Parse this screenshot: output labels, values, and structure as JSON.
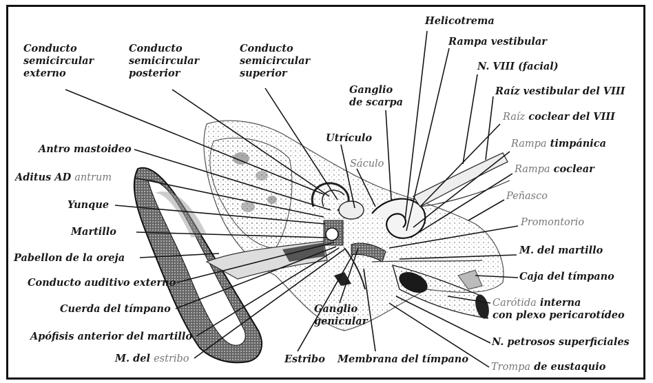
{
  "labels": {
    "conducto_externo": [
      "Conducto",
      "semicircular",
      "externo"
    ],
    "conducto_posterior": [
      "Conducto",
      "semicircular",
      "posterior"
    ],
    "conducto_superior": [
      "Conducto",
      "semicircular",
      "superior"
    ],
    "ganglio_scarpa": [
      "Ganglio",
      "de scarpa"
    ],
    "helicotrema": "Helicotrema",
    "rampa_vestibular": "Rampa vestibular",
    "n_viii_facial": "N. VIII (facial)",
    "raiz_vestibular": "Raíz vestibular del VIII",
    "raiz_coclear_a": "Raíz",
    "raiz_coclear_b": "coclear del VIII",
    "utriculo": "Utrículo",
    "saculo": "Sáculo",
    "rampa_timpanica_a": "Rampa",
    "rampa_timpanica_b": "timpánica",
    "rampa_coclear_a": "Rampa",
    "rampa_coclear_b": "coclear",
    "penasco": "Peñasco",
    "promontorio": "Promontorio",
    "m_martillo": "M. del martillo",
    "caja_timpano": "Caja del tímpano",
    "carotida_a": "Carótida",
    "carotida_b": "interna",
    "carotida_c": "con plexo pericarotídeo",
    "n_petrosos": "N. petrosos superficiales",
    "trompa_a": "Trompa",
    "trompa_b": "de eustaquio",
    "antro": "Antro mastoideo",
    "aditus_a": "Aditus AD",
    "aditus_b": "antrum",
    "yunque": "Yunque",
    "martillo": "Martillo",
    "pabellon": "Pabellon  de la oreja",
    "conducto_auditivo": "Conducto auditivo externo",
    "cuerda": "Cuerda del tímpano",
    "apofisis": "Apófisis anterior del martillo",
    "m_estribo_a": "M. del",
    "m_estribo_b": "estribo",
    "estribo": "Estribo",
    "ganglio_genicular": [
      "Ganglio",
      "genicular"
    ],
    "membrana": "Membrana del tímpano"
  }
}
